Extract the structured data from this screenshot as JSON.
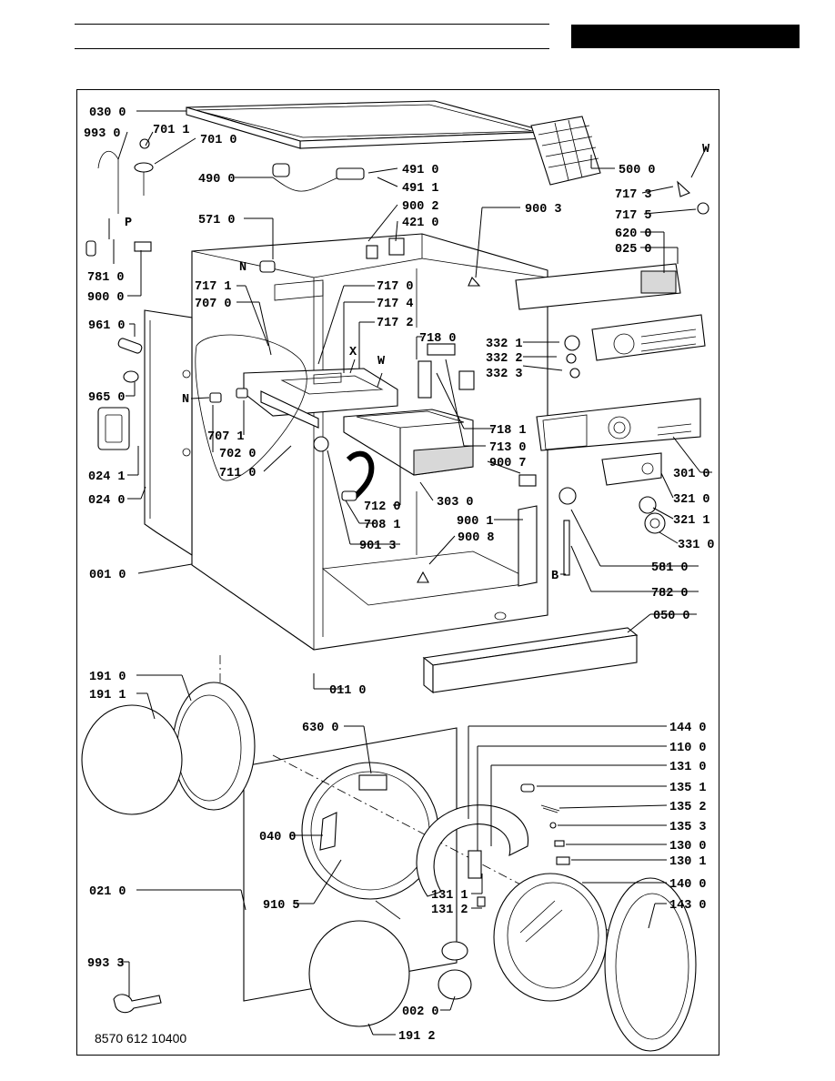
{
  "catalog_number": "8570 612 10400",
  "labels": {
    "l0300": "030 0",
    "l9930": "993 0",
    "l7011": "701 1",
    "l7010": "701 0",
    "l4900": "490 0",
    "l4910": "491 0",
    "l4911": "491 1",
    "l9002": "900 2",
    "l4210": "421 0",
    "l9003": "900 3",
    "l5000": "500 0",
    "l7173": "717 3",
    "l7175": "717 5",
    "l6200": "620 0",
    "l0250": "025 0",
    "l5710": "571 0",
    "l7810": "781 0",
    "l9000": "900 0",
    "l7171": "717 1",
    "l7070": "707 0",
    "l7170": "717 0",
    "l7174": "717 4",
    "l7172": "717 2",
    "l7180": "718 0",
    "l3321": "332 1",
    "l3322": "332 2",
    "l3323": "332 3",
    "l9610": "961 0",
    "l9650": "965 0",
    "l0241": "024 1",
    "l0240": "024 0",
    "l7071": "707 1",
    "l7020": "702 0",
    "l7110": "711 0",
    "l7181": "718 1",
    "l7130": "713 0",
    "l9007": "900 7",
    "l3010": "301 0",
    "l3210": "321 0",
    "l3211": "321 1",
    "l7120": "712 0",
    "l7081": "708 1",
    "l3030": "303 0",
    "l9001": "900 1",
    "l3310": "331 0",
    "l9013": "901 3",
    "l9008": "900 8",
    "l5810": "581 0",
    "l0010": "001 0",
    "l7820": "782 0",
    "l0500": "050 0",
    "l1910": "191 0",
    "l1911": "191 1",
    "l0110": "011 0",
    "l6300": "630 0",
    "l1440": "144 0",
    "l1100": "110 0",
    "l1310": "131 0",
    "l1351": "135 1",
    "l1352": "135 2",
    "l1353": "135 3",
    "l0400": "040 0",
    "l1300": "130 0",
    "l1301": "130 1",
    "l0210": "021 0",
    "l9105": "910 5",
    "l1311": "131 1",
    "l1312": "131 2",
    "l1400": "140 0",
    "l1430": "143 0",
    "l9933": "993 3",
    "l0020": "002 0",
    "l1912": "191 2"
  },
  "callouts": {
    "W1": "W",
    "W2": "W",
    "N1": "N",
    "N2": "N",
    "P": "P",
    "X": "X",
    "B": "B"
  }
}
